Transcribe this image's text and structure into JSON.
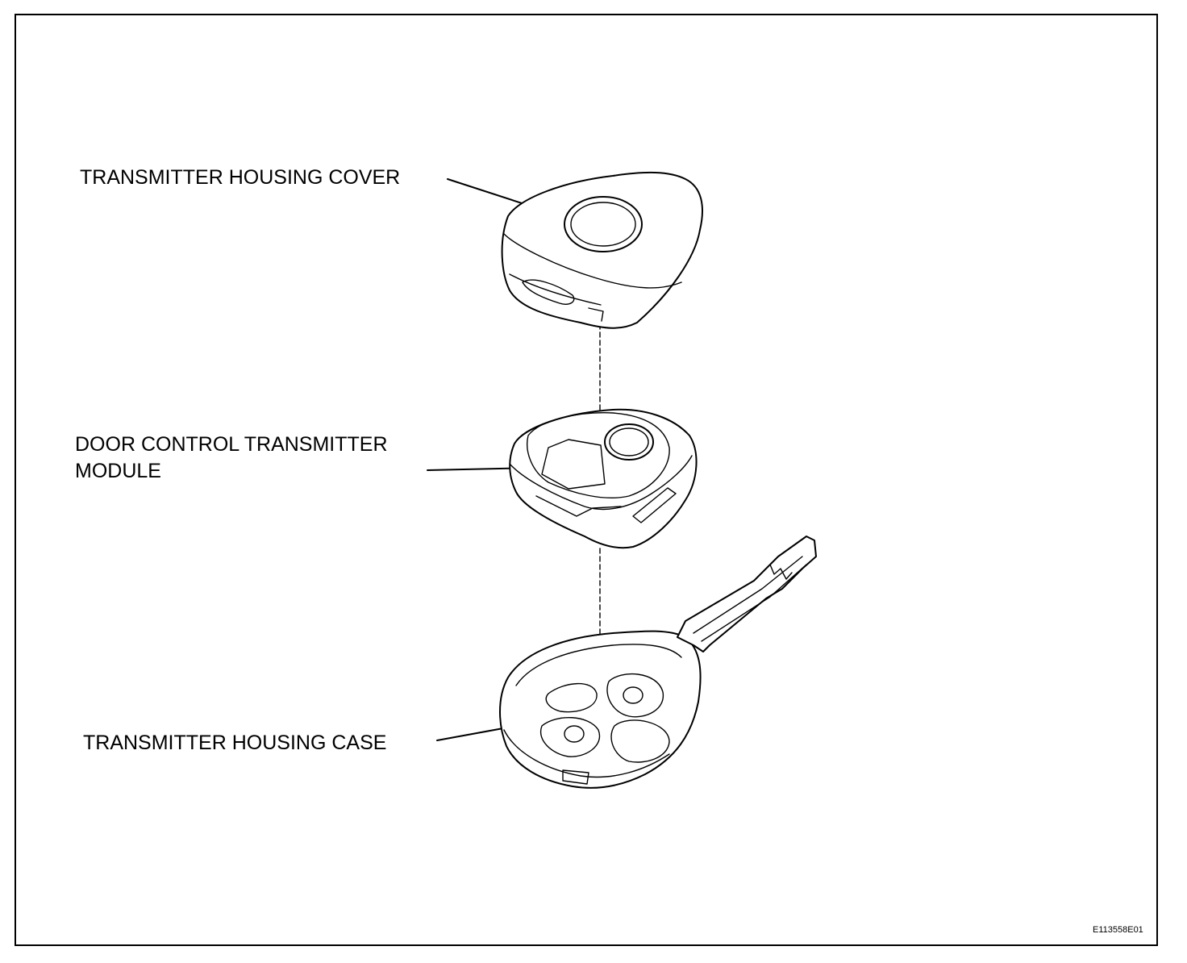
{
  "labels": {
    "cover": "TRANSMITTER HOUSING COVER",
    "module_line1": "DOOR CONTROL TRANSMITTER",
    "module_line2": "MODULE",
    "case": "TRANSMITTER HOUSING CASE"
  },
  "figure_id": "E113558E01"
}
